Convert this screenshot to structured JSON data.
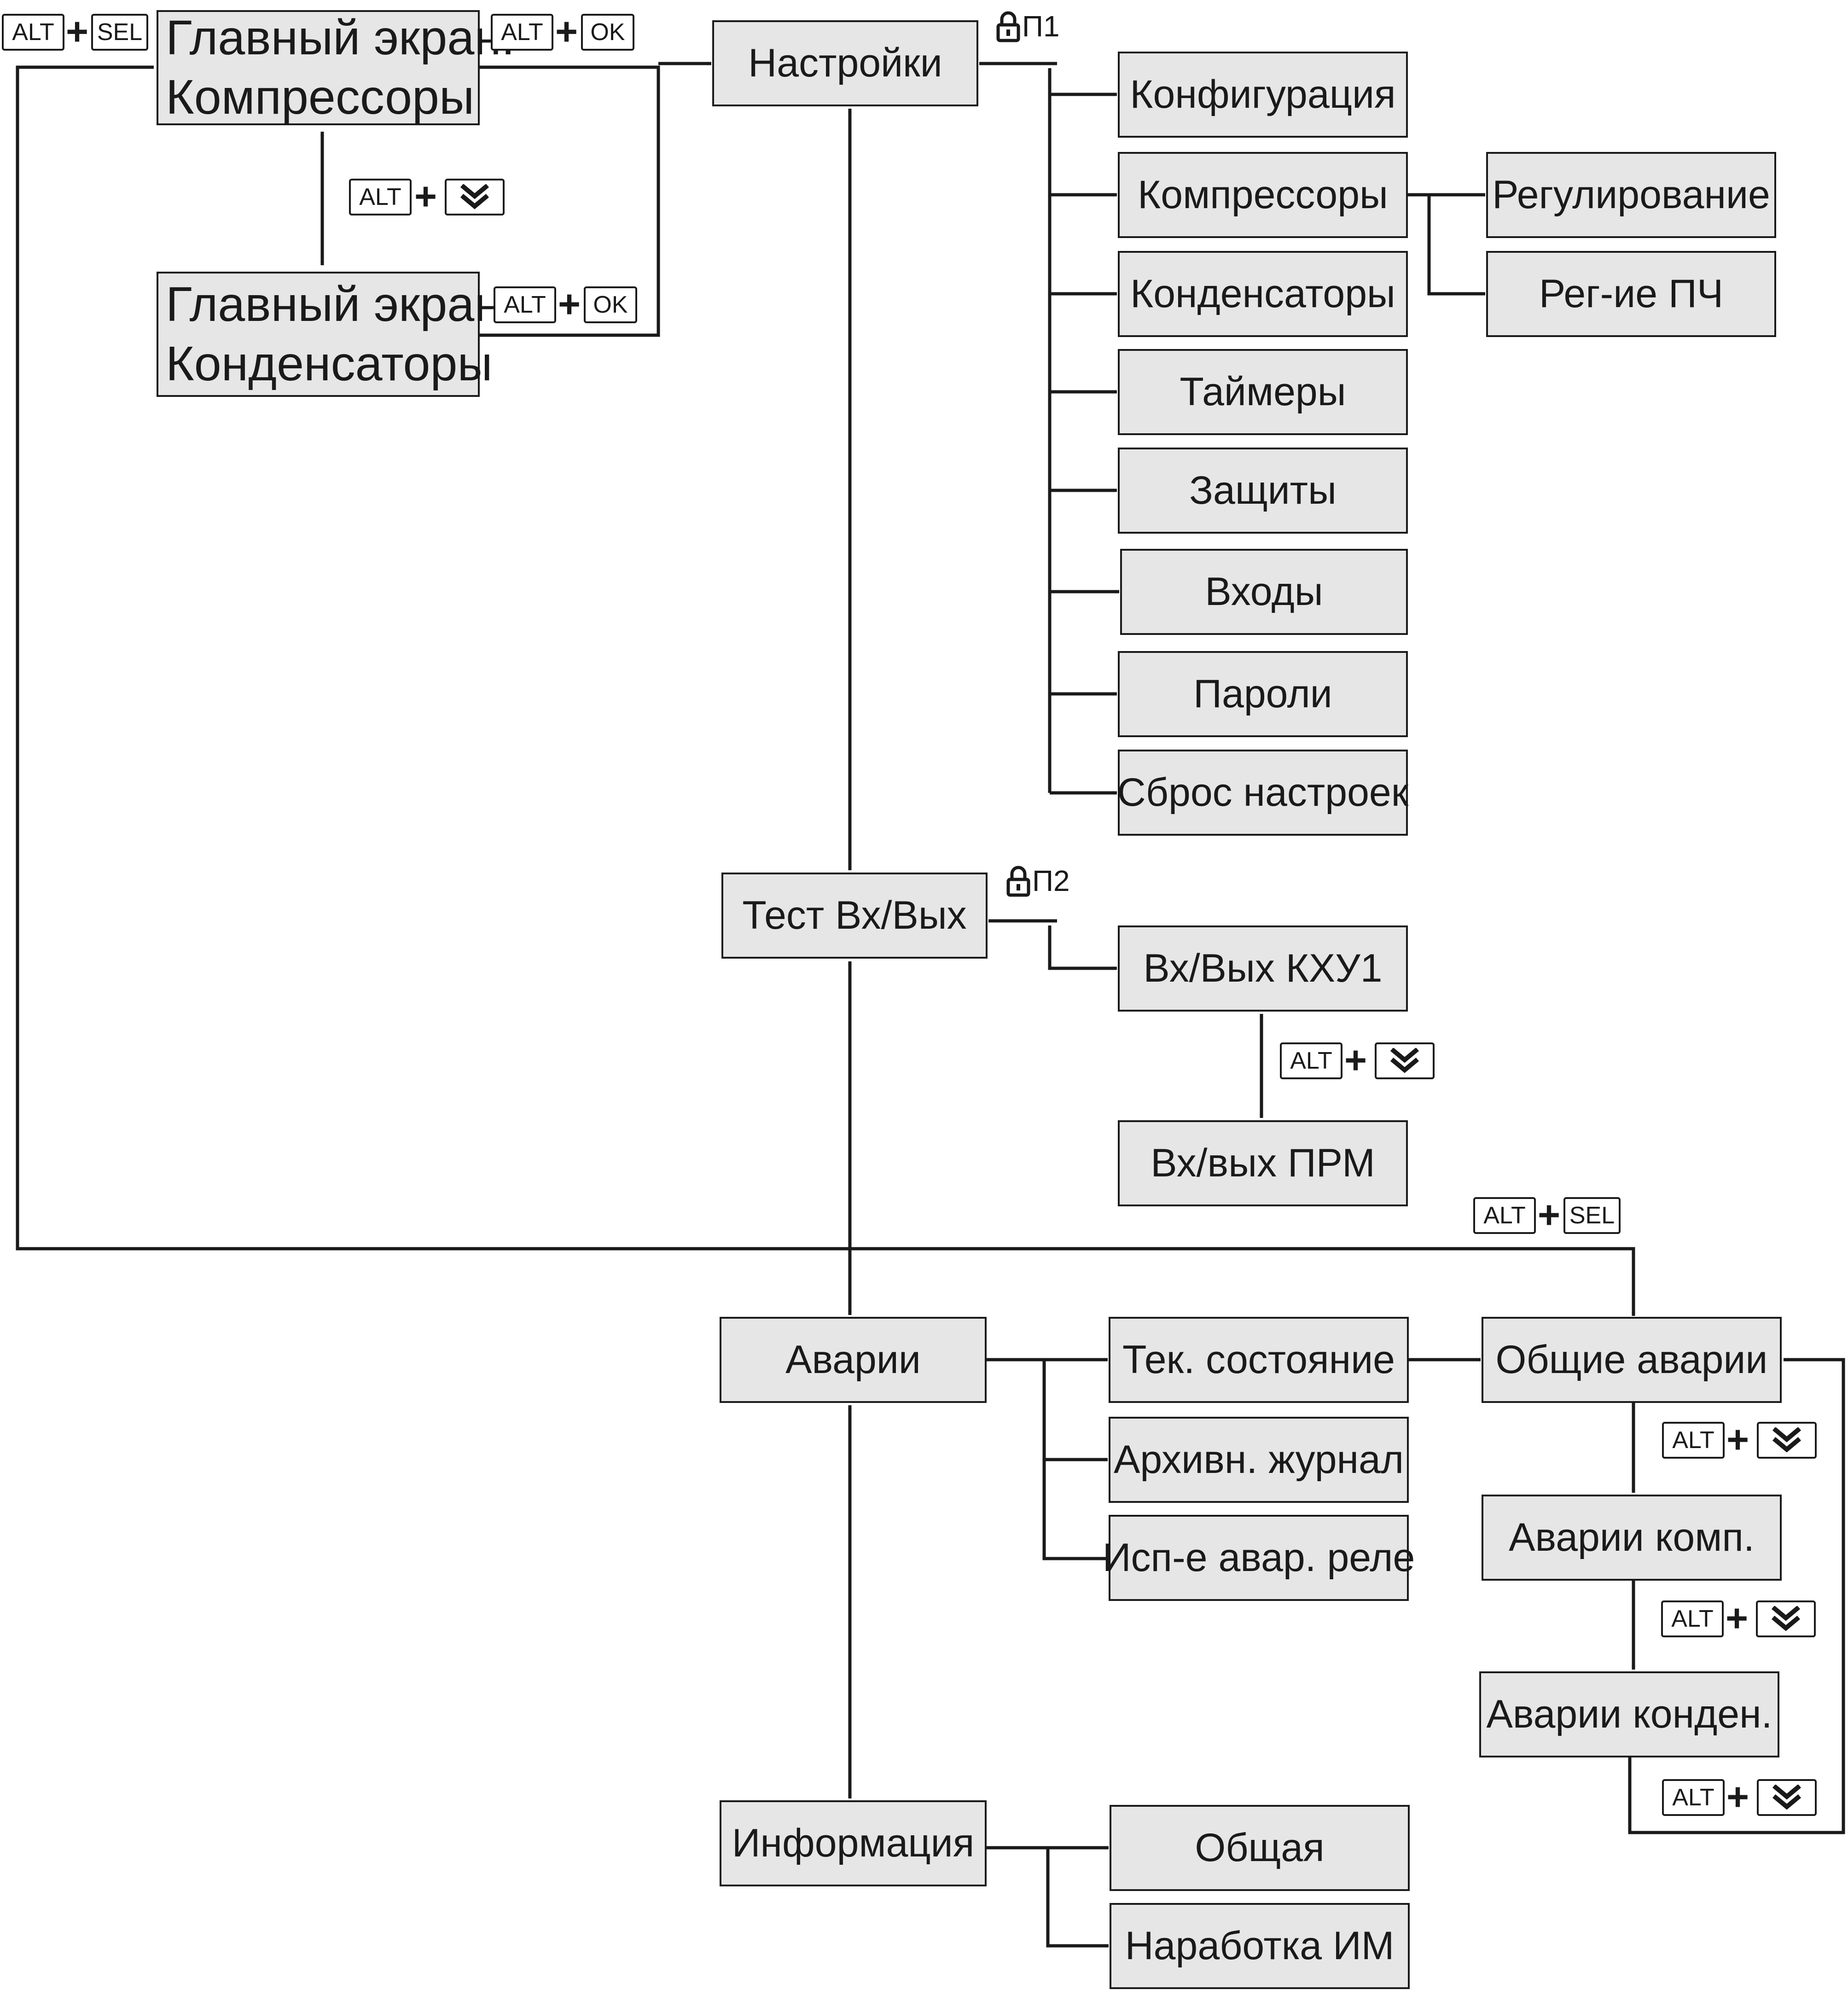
{
  "keys": {
    "alt": "ALT",
    "sel": "SEL",
    "ok": "OK",
    "plus": "+",
    "down_icon": "double-chevron-down-icon"
  },
  "main_screens": {
    "compressors": {
      "line1": "Главный экран:",
      "line2": "Компрессоры"
    },
    "condensers": {
      "line1": "Главный экран:",
      "line2": "Конденсаторы"
    }
  },
  "menu": {
    "settings": "Настройки",
    "test_io": "Тест Вх/Вых",
    "alarms": "Аварии",
    "info": "Информация"
  },
  "passwords": {
    "p1": "П1",
    "p2": "П2"
  },
  "settings_items": [
    "Конфигурация",
    "Компрессоры",
    "Конденсаторы",
    "Таймеры",
    "Защиты",
    "Входы",
    "Пароли",
    "Сброс настроек"
  ],
  "compressor_items": [
    "Регулирование",
    "Рег-ие ПЧ"
  ],
  "test_items": [
    "Вх/Вых КХУ1",
    "Вх/вых ПРМ"
  ],
  "alarm_items": [
    "Тек. состояние",
    "Архивн. журнал",
    "Исп-е авар. реле"
  ],
  "current_state_items": [
    "Общие аварии",
    "Аварии комп.",
    "Аварии конден."
  ],
  "info_items": [
    "Общая",
    "Наработка ИМ"
  ],
  "colors": {
    "box_fill": "#e6e6e6",
    "line": "#1a1a1a",
    "background": "#ffffff"
  }
}
